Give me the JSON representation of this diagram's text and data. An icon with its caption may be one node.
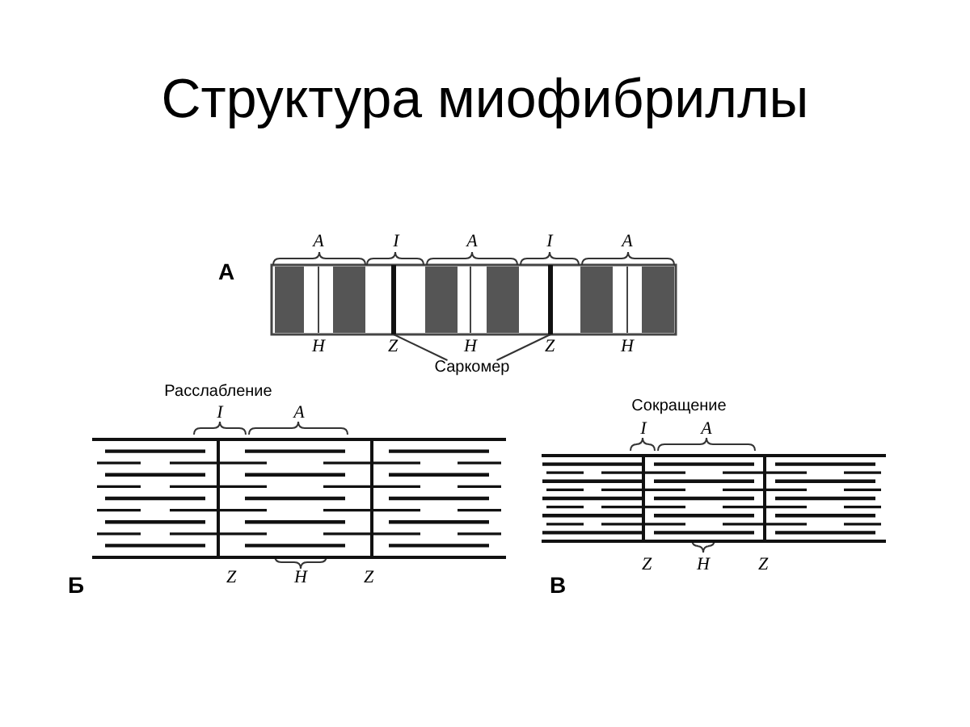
{
  "diagram": {
    "title": "Структура миофибриллы",
    "nodes": [
      {
        "text": [
          "Саркомер"
        ]
      },
      {
        "text": [],
        "shape": "bar"
      },
      {
        "text": [],
        "shape": "bar"
      }
    ],
    "edges": [
      {
        "from": 0,
        "to": 1,
        "arrow": "none"
      },
      {
        "from": 0,
        "to": 2,
        "arrow": "none"
      }
    ],
    "labels": [
      "А",
      "A",
      "I",
      "A",
      "I",
      "A",
      "H",
      "Z",
      "H",
      "Z",
      "H",
      "Расслабление",
      "I",
      "A",
      "Z",
      "H",
      "Z",
      "Б",
      "Сокращение",
      "I",
      "A",
      "Z",
      "H",
      "Z",
      "В"
    ]
  }
}
